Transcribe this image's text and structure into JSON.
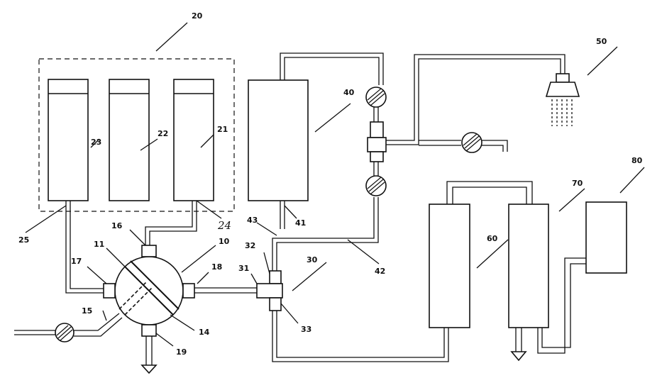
{
  "labels": {
    "l10": "10",
    "l11": "11",
    "l14": "14",
    "l15": "15",
    "l16": "16",
    "l17": "17",
    "l18": "18",
    "l19": "19",
    "l20": "20",
    "l21": "21",
    "l22": "22",
    "l23": "23",
    "l24": "24",
    "l25": "25",
    "l30": "30",
    "l31": "31",
    "l32": "32",
    "l33": "33",
    "l40": "40",
    "l41": "41",
    "l42": "42",
    "l43": "43",
    "l50": "50",
    "l60": "60",
    "l70": "70",
    "l80": "80"
  }
}
